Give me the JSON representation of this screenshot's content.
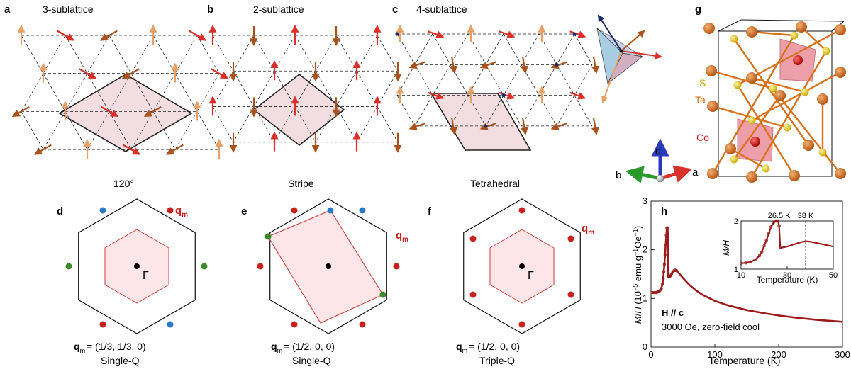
{
  "panel_letters": {
    "a": "a",
    "b": "b",
    "c": "c",
    "d": "d",
    "e": "e",
    "f": "f",
    "g": "g",
    "h": "h"
  },
  "lattice_titles": {
    "a": "3-sublattice",
    "b": "2-sublattice",
    "c": "4-sublattice"
  },
  "lattice_captions": {
    "a": "120°",
    "b": "Stripe",
    "c": "Tetrahedral"
  },
  "bz_panels": {
    "d": {
      "qm_formula": "= (1/3, 1/3, 0)",
      "mode": "Single-Q"
    },
    "e": {
      "qm_formula": "= (1/2, 0, 0)",
      "mode": "Single-Q"
    },
    "f": {
      "qm_formula": "= (1/2, 0, 0)",
      "mode": "Triple-Q"
    }
  },
  "qm_label": "q",
  "qm_sub": "m",
  "gamma_label": "Γ",
  "axes_labels": {
    "a": "a",
    "b": "b",
    "c": "c"
  },
  "crystal_labels": {
    "S": "S",
    "Ta": "Ta",
    "Co": "Co"
  },
  "colors": {
    "arrow_light": "#e8a066",
    "arrow_red": "#d9302a",
    "arrow_dark": "#a8521e",
    "cell_fill": "#f2dde0",
    "bz_fill": "#fde5e8",
    "bz_edge": "#d04040",
    "dot_red": "#c8201c",
    "dot_blue": "#2a78c8",
    "dot_green": "#3a8a2a",
    "curve": "#9b1b1b",
    "ta": "#d9701a",
    "s": "#f0d020",
    "co": "#d22020"
  },
  "chart_data": {
    "type": "scatter",
    "title": "",
    "xlabel": "Temperature (K)",
    "ylabel": "M/H (10^-5 emu g^-1 Oe^-1)",
    "xlim": [
      0,
      300
    ],
    "ylim": [
      0,
      3
    ],
    "xticks": [
      0,
      100,
      200,
      300
    ],
    "yticks": [
      0,
      1,
      2,
      3
    ],
    "annotations": [
      "H // c",
      "3000 Oe, zero-field cool"
    ],
    "series": [
      {
        "x": [
          2,
          5,
          8,
          10,
          12,
          14,
          16,
          18,
          19,
          20,
          21,
          22,
          23,
          24,
          25,
          26,
          26.5,
          27,
          28,
          29,
          30,
          32,
          34,
          36,
          38,
          40,
          45,
          50,
          60,
          70,
          80,
          100,
          120,
          150,
          180,
          200,
          230,
          260,
          280,
          300
        ],
        "y": [
          1.12,
          1.12,
          1.12,
          1.13,
          1.14,
          1.16,
          1.2,
          1.3,
          1.4,
          1.55,
          1.7,
          1.9,
          2.1,
          2.3,
          2.45,
          2.45,
          2.3,
          1.45,
          1.44,
          1.45,
          1.46,
          1.5,
          1.54,
          1.57,
          1.58,
          1.57,
          1.5,
          1.42,
          1.28,
          1.17,
          1.08,
          0.95,
          0.86,
          0.76,
          0.69,
          0.65,
          0.6,
          0.56,
          0.54,
          0.52
        ]
      }
    ],
    "inset": {
      "xlabel": "Temperature (K)",
      "ylabel": "M/H",
      "xlim": [
        10,
        50
      ],
      "ylim": [
        1,
        2
      ],
      "xticks": [
        10,
        30,
        50
      ],
      "yticks": [
        1,
        2
      ],
      "markers": [
        {
          "x": 26.5,
          "label": "26.5 K"
        },
        {
          "x": 38,
          "label": "38 K"
        }
      ],
      "series": [
        {
          "x": [
            10,
            12,
            14,
            16,
            18,
            19,
            20,
            21,
            22,
            23,
            24,
            25,
            26,
            26.5,
            27,
            28,
            30,
            32,
            34,
            36,
            38,
            40,
            42,
            44,
            46,
            48,
            50
          ],
          "y": [
            1.12,
            1.13,
            1.15,
            1.19,
            1.28,
            1.36,
            1.48,
            1.6,
            1.74,
            1.88,
            1.96,
            2.0,
            2.0,
            1.9,
            1.44,
            1.45,
            1.47,
            1.5,
            1.53,
            1.56,
            1.58,
            1.57,
            1.55,
            1.53,
            1.51,
            1.49,
            1.47
          ]
        }
      ]
    }
  }
}
